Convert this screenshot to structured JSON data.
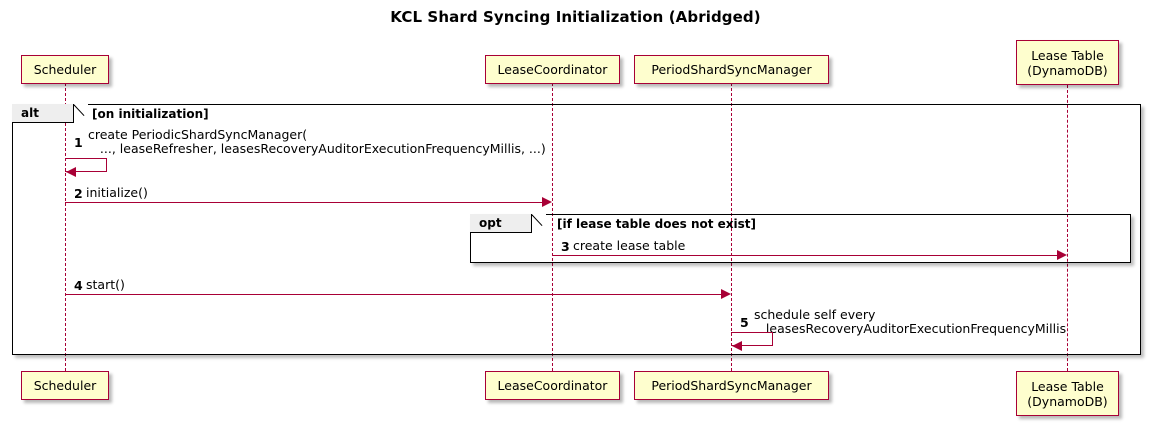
{
  "diagram": {
    "title": "KCL Shard Syncing Initialization (Abridged)",
    "type": "uml-sequence-diagram",
    "colors": {
      "participant_fill": "#FEFECE",
      "participant_border": "#A80036",
      "arrow": "#A80036",
      "frame_border": "#000000",
      "frame_label_fill": "#EEEEEE",
      "background": "#FFFFFF"
    }
  },
  "participants": [
    {
      "id": "scheduler",
      "label": "Scheduler",
      "lines": [
        "Scheduler"
      ]
    },
    {
      "id": "lease_coordinator",
      "label": "LeaseCoordinator",
      "lines": [
        "LeaseCoordinator"
      ]
    },
    {
      "id": "period_shard_sync_manager",
      "label": "PeriodShardSyncManager",
      "lines": [
        "PeriodShardSyncManager"
      ]
    },
    {
      "id": "lease_table",
      "label": "Lease Table (DynamoDB)",
      "lines": [
        "Lease Table",
        "(DynamoDB)"
      ]
    }
  ],
  "fragments": [
    {
      "id": "alt-on-initialization",
      "operator": "alt",
      "guard": "[on initialization]"
    },
    {
      "id": "opt-lease-table-missing",
      "operator": "opt",
      "guard": "[if lease table does not exist]"
    }
  ],
  "messages": [
    {
      "number": "1",
      "from": "scheduler",
      "to": "scheduler",
      "kind": "self-call",
      "lines": [
        "create PeriodicShardSyncManager(",
        "   ..., leaseRefresher, leasesRecoveryAuditorExecutionFrequencyMillis, ...)"
      ]
    },
    {
      "number": "2",
      "from": "scheduler",
      "to": "lease_coordinator",
      "kind": "call",
      "lines": [
        "initialize()"
      ]
    },
    {
      "number": "3",
      "from": "lease_coordinator",
      "to": "lease_table",
      "kind": "call",
      "lines": [
        "create lease table"
      ]
    },
    {
      "number": "4",
      "from": "scheduler",
      "to": "period_shard_sync_manager",
      "kind": "call",
      "lines": [
        "start()"
      ]
    },
    {
      "number": "5",
      "from": "period_shard_sync_manager",
      "to": "period_shard_sync_manager",
      "kind": "self-call",
      "lines": [
        "schedule self every",
        "   leasesRecoveryAuditorExecutionFrequencyMillis"
      ]
    }
  ]
}
